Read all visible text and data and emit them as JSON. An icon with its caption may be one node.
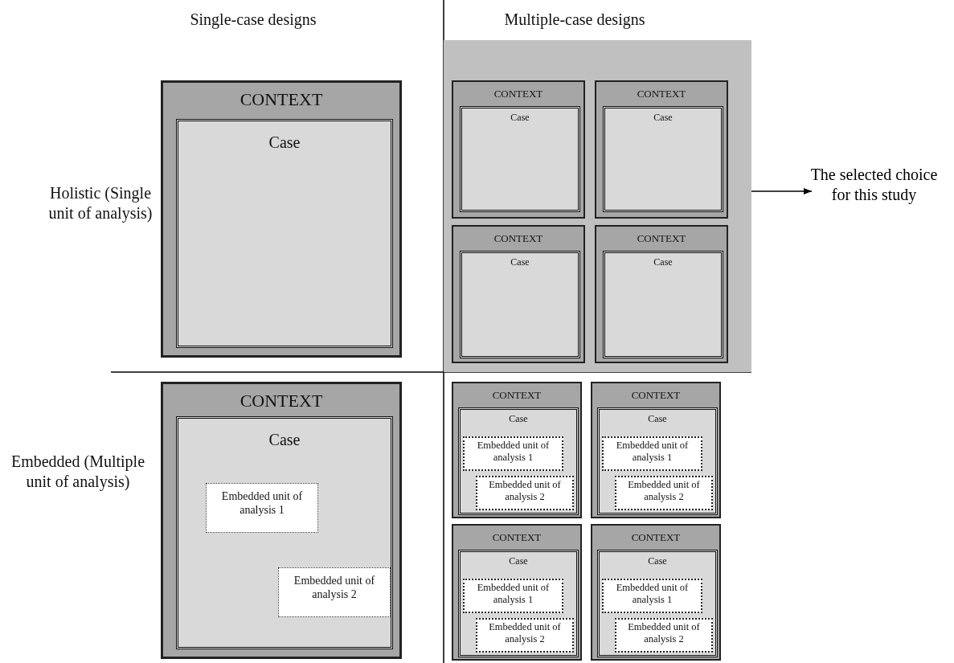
{
  "diagram": {
    "nodes": [
      {
        "text": [
          "CONTEXT"
        ]
      },
      {
        "text": [
          "Case"
        ],
        "in": 0
      },
      {
        "text": [],
        "shape": "box"
      },
      {
        "text": [
          "CONTEXT"
        ],
        "in": 2
      },
      {
        "text": [
          "Case"
        ],
        "in": 3
      },
      {
        "text": [
          "CONTEXT"
        ],
        "in": 2
      },
      {
        "text": [
          "Case"
        ],
        "in": 5
      },
      {
        "text": [
          "CONTEXT"
        ],
        "in": 2
      },
      {
        "text": [
          "Case"
        ],
        "in": 7
      },
      {
        "text": [
          "CONTEXT"
        ],
        "in": 2
      },
      {
        "text": [
          "Case"
        ],
        "in": 9
      },
      {
        "text": [
          "The selected choice for this study"
        ]
      },
      {
        "text": [
          "CONTEXT"
        ]
      },
      {
        "text": [
          "Case"
        ],
        "in": 12
      },
      {
        "text": [
          "Embedded unit of analysis 1"
        ],
        "in": 13
      },
      {
        "text": [
          "Embedded unit of analysis 2"
        ],
        "in": 13
      },
      {
        "text": [
          "CONTEXT"
        ]
      },
      {
        "text": [
          "Case"
        ],
        "in": 16
      },
      {
        "text": [
          "Embedded unit of analysis 1"
        ],
        "in": 17
      },
      {
        "text": [
          "Embedded unit of analysis 2"
        ],
        "in": 17
      },
      {
        "text": [
          "CONTEXT"
        ]
      },
      {
        "text": [
          "Case"
        ],
        "in": 20
      },
      {
        "text": [
          "Embedded unit of analysis 1"
        ],
        "in": 21
      },
      {
        "text": [
          "Embedded unit of analysis 2"
        ],
        "in": 21
      },
      {
        "text": [
          "CONTEXT"
        ]
      },
      {
        "text": [
          "Case"
        ],
        "in": 24
      },
      {
        "text": [
          "Embedded unit of analysis 1"
        ],
        "in": 25
      },
      {
        "text": [
          "Embedded unit of analysis 2"
        ],
        "in": 25
      },
      {
        "text": [
          "CONTEXT"
        ]
      },
      {
        "text": [
          "Case"
        ],
        "in": 28
      },
      {
        "text": [
          "Embedded unit of analysis 1"
        ],
        "in": 29
      },
      {
        "text": [
          "Embedded unit of analysis 2"
        ],
        "in": 29
      }
    ],
    "edges": [
      {
        "from": 2,
        "to": 11,
        "arrow": "to"
      }
    ],
    "labels": [
      "Single-case designs",
      "Multiple-case designs",
      "Holistic (Single unit of analysis)",
      "Embedded (Multiple unit of analysis)"
    ]
  }
}
